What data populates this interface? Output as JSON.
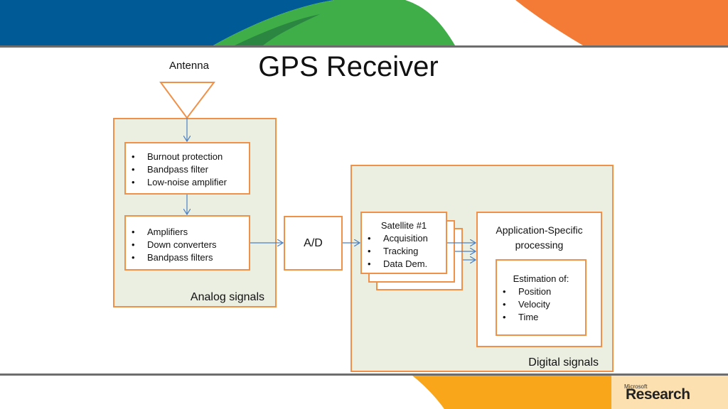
{
  "title": "GPS Receiver",
  "antenna": {
    "label": "Antenna"
  },
  "analog": {
    "label": "Analog signals",
    "box1": [
      "Burnout protection",
      "Bandpass filter",
      "Low-noise amplifier"
    ],
    "box2": [
      "Amplifiers",
      "Down converters",
      "Bandpass filters"
    ]
  },
  "ad": {
    "label": "A/D"
  },
  "digital": {
    "label": "Digital signals",
    "satellite": {
      "title": "Satellite #1",
      "items": [
        "Acquisition",
        "Tracking",
        "Data Dem."
      ]
    },
    "app": {
      "title": "Application-Specific processing",
      "estimation_title": "Estimation of:",
      "items": [
        "Position",
        "Velocity",
        "Time"
      ]
    }
  },
  "logo": {
    "small": "Microsoft",
    "big": "Research"
  },
  "colors": {
    "blue": "#005a96",
    "green": "#3fae49",
    "orange": "#f47b35",
    "gold": "#f9a61a",
    "panel_border": "#f0914a",
    "panel_fill": "#ebefe1",
    "arrow": "#4a7fc1"
  },
  "icons": {
    "antenna": "triangle-down-icon",
    "arrow": "arrow-right-icon"
  }
}
